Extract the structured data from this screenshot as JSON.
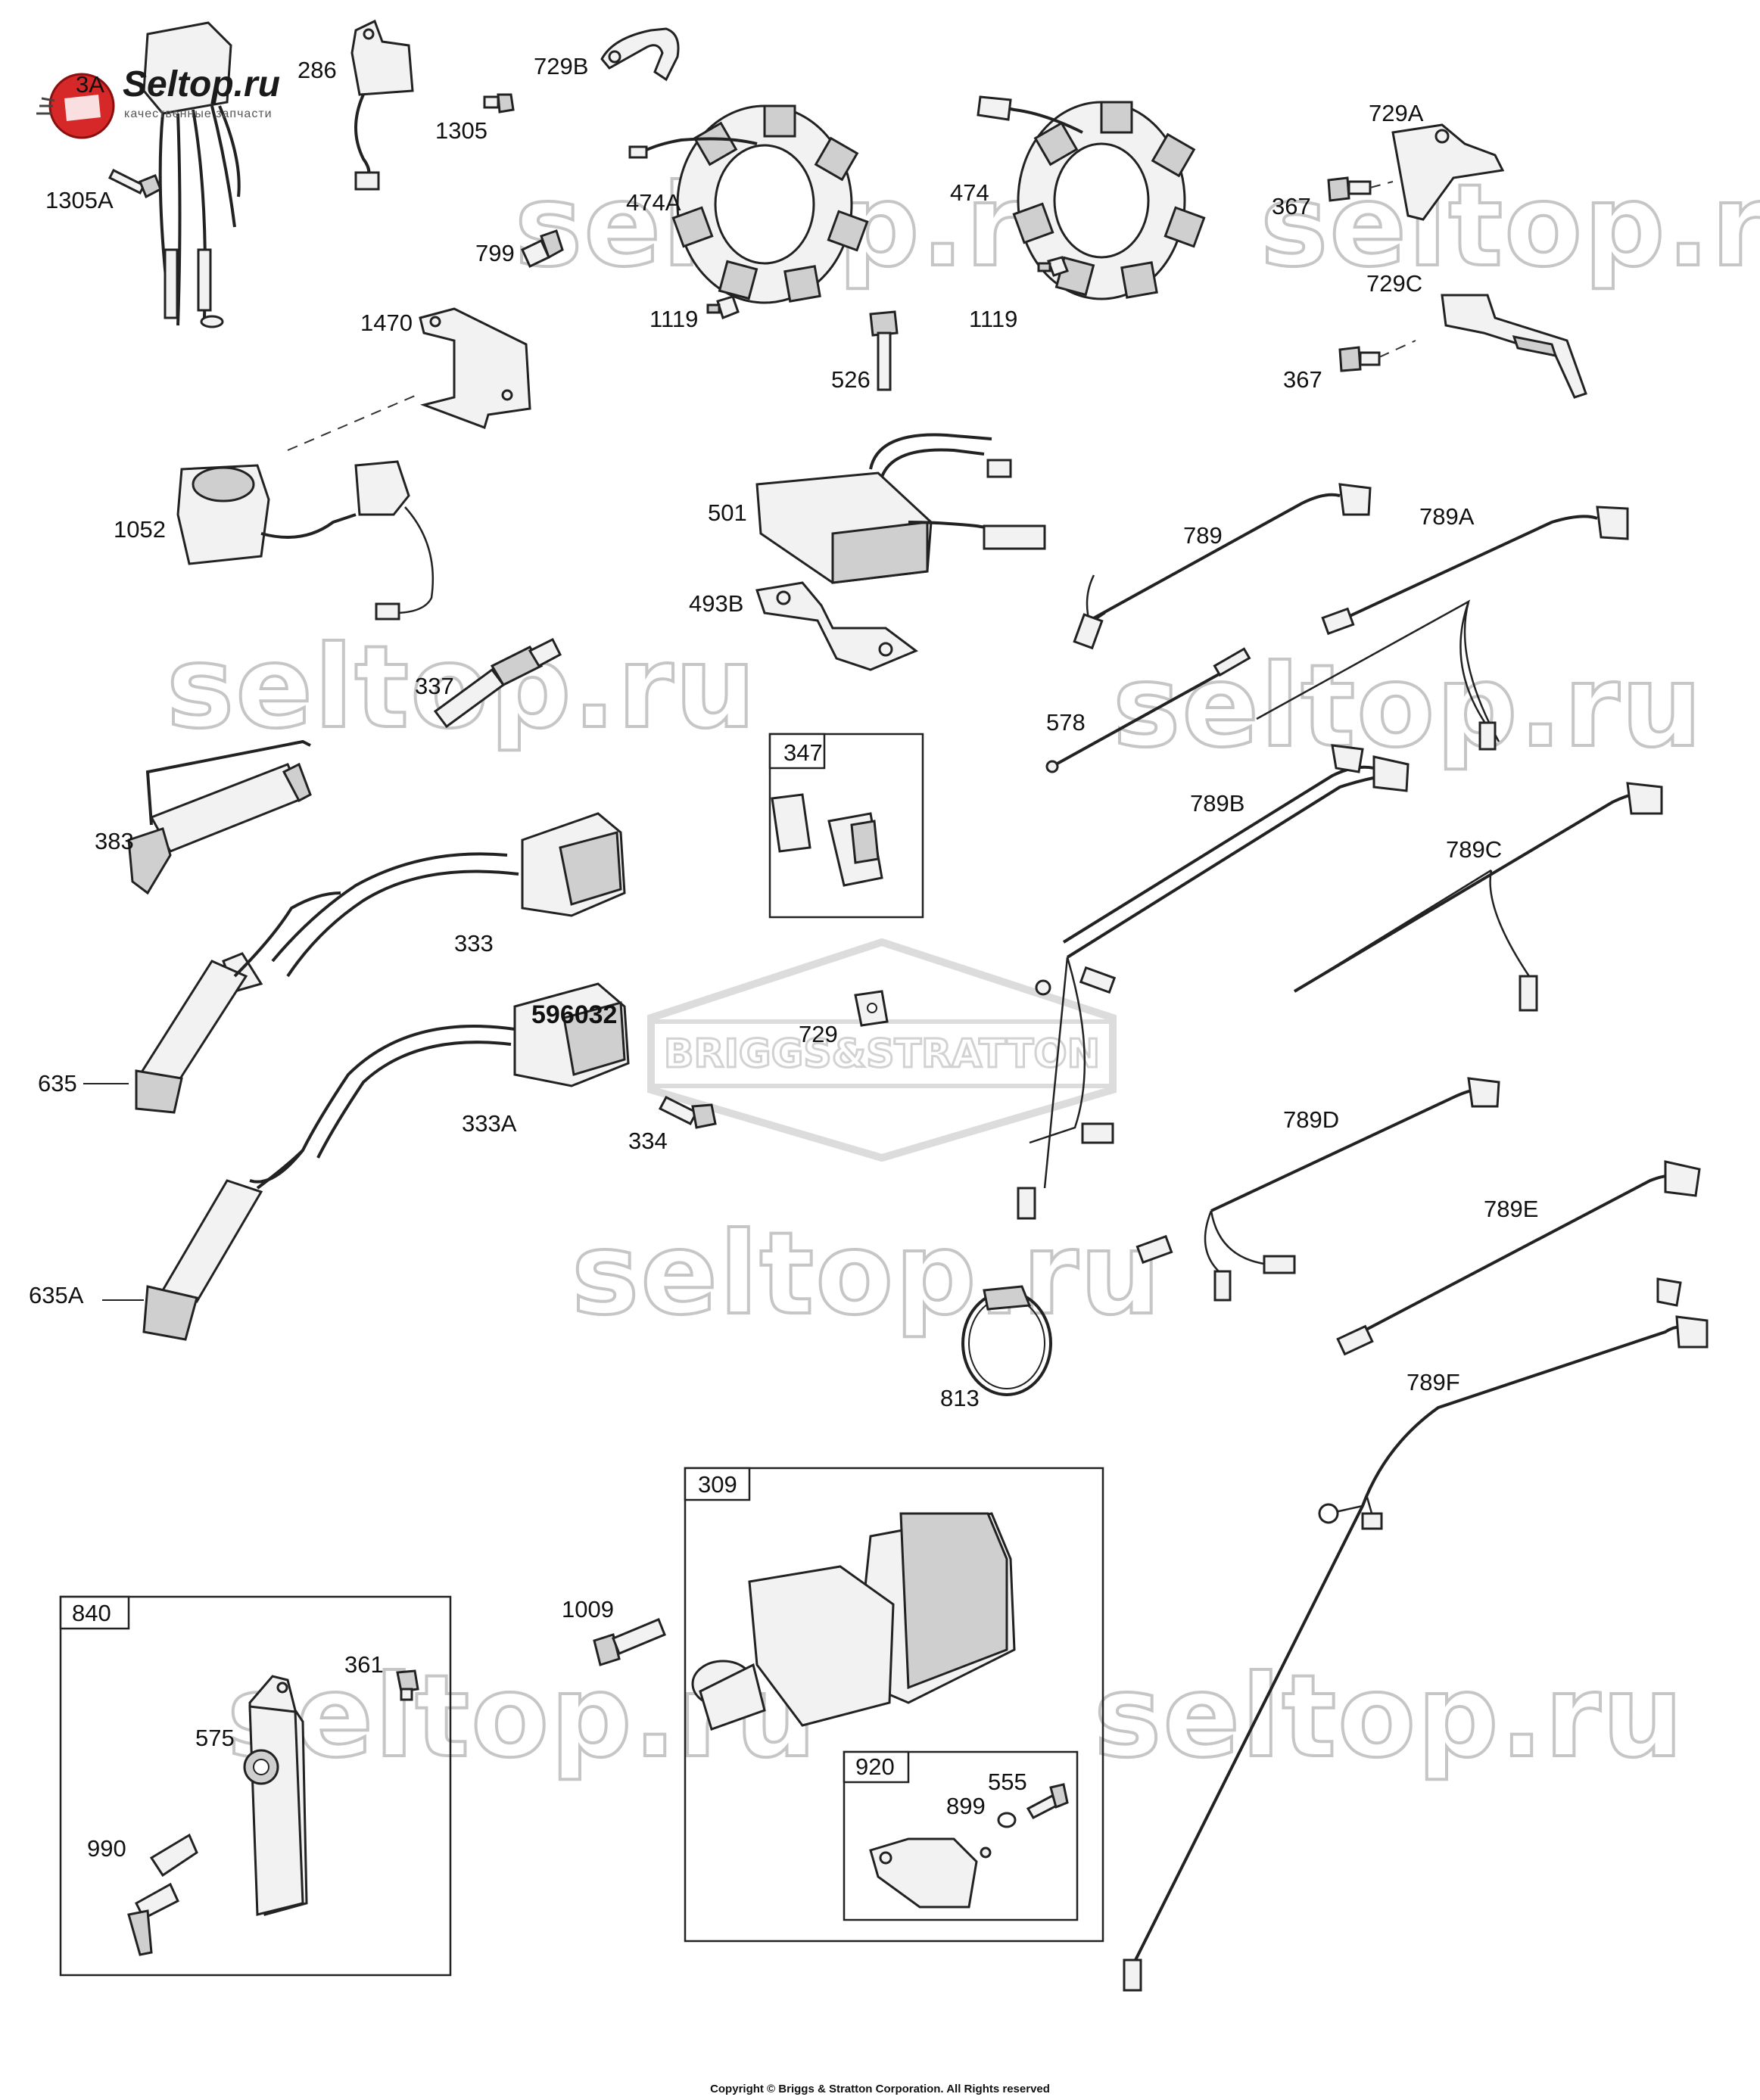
{
  "logo": {
    "title": "Seltop.ru",
    "subtitle": "качественные запчасти",
    "icon": "fist-gear-logo",
    "accent": "#d62828"
  },
  "watermark": "seltop.ru",
  "center_watermark": "BRIGGS&STRATTON",
  "copyright": "Copyright © Briggs & Stratton Corporation. All Rights reserved",
  "labels": {
    "p286": "286",
    "p1305": "1305",
    "p1305A": "1305A",
    "p729B": "729B",
    "p474A": "474A",
    "p474": "474",
    "p729A": "729A",
    "p367a": "367",
    "p367b": "367",
    "p729C": "729C",
    "p799": "799",
    "p1470": "1470",
    "p1119a": "1119",
    "p1119b": "1119",
    "p526": "526",
    "p1052": "1052",
    "p501": "501",
    "p493B": "493B",
    "p789": "789",
    "p789A": "789A",
    "p337": "337",
    "p578": "578",
    "p347": "347",
    "p383": "383",
    "p333": "333",
    "p789B": "789B",
    "p789C": "789C",
    "p596032": "596032",
    "p729": "729",
    "p635": "635",
    "p333A": "333A",
    "p334": "334",
    "p789D": "789D",
    "p789E": "789E",
    "p635A": "635A",
    "p813": "813",
    "p789F": "789F",
    "p309": "309",
    "p1009": "1009",
    "p840": "840",
    "p361": "361",
    "p575": "575",
    "p920": "920",
    "p555": "555",
    "p899": "899",
    "p990": "990",
    "p3A": "3A"
  }
}
